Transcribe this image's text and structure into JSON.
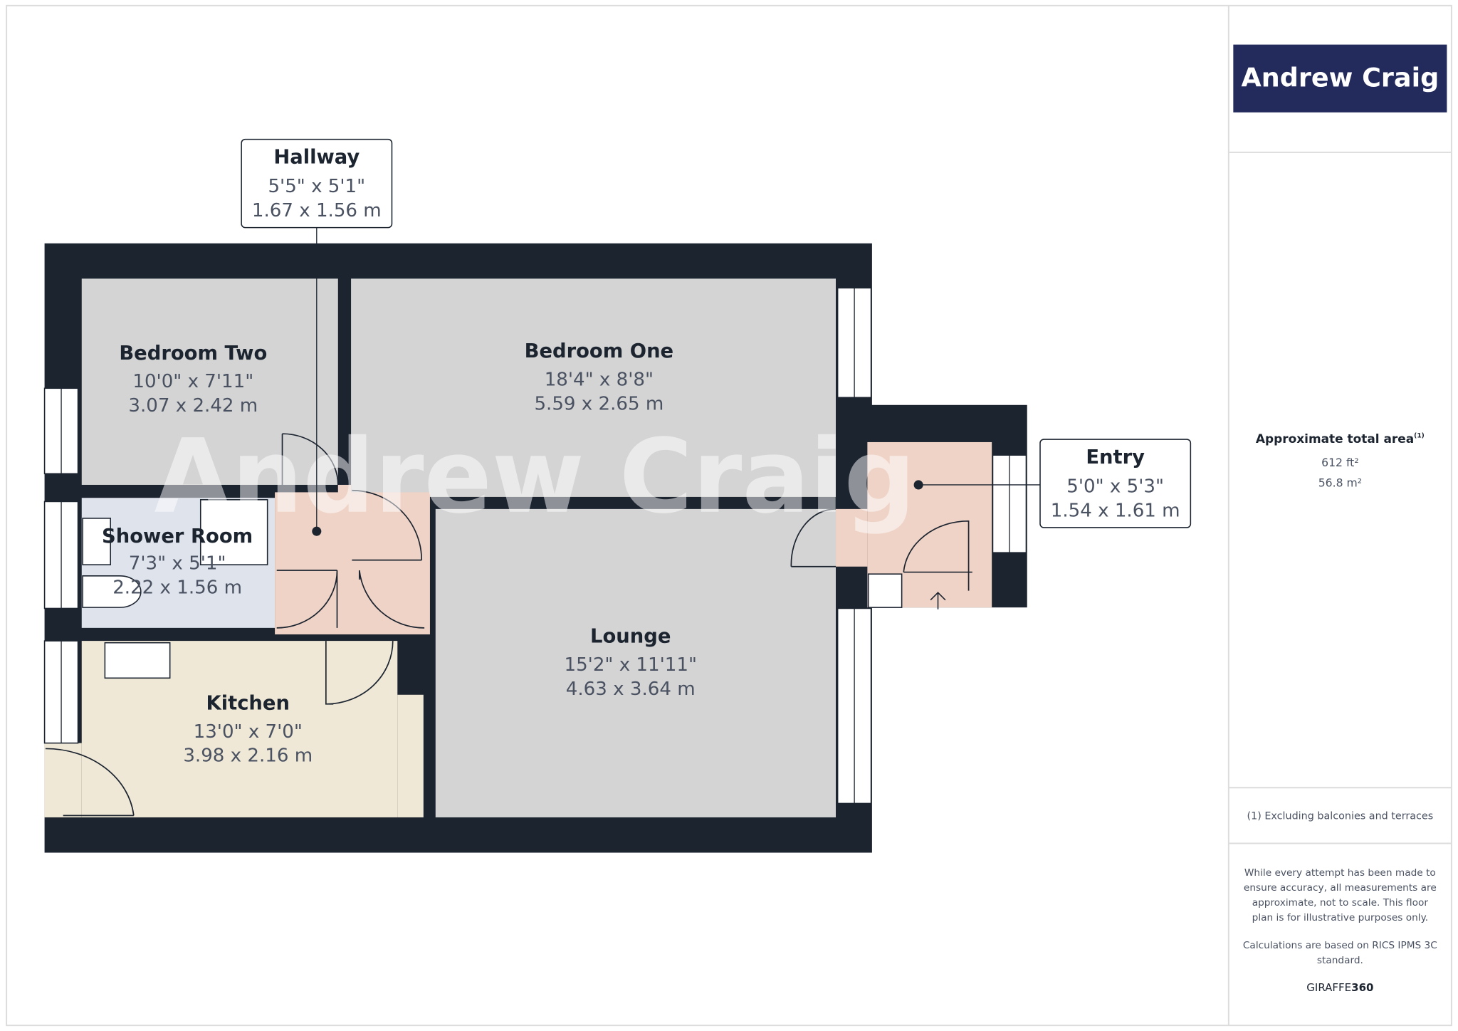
{
  "brand": {
    "name": "Andrew Craig",
    "color": "#232a5c",
    "watermark": "Andrew Craig"
  },
  "rooms": [
    {
      "name": "Hallway",
      "imperial": "5'5\" x 5'1\"",
      "metric": "1.67 x 1.56 m"
    },
    {
      "name": "Bedroom Two",
      "imperial": "10'0\" x 7'11\"",
      "metric": "3.07 x 2.42 m"
    },
    {
      "name": "Bedroom One",
      "imperial": "18'4\" x 8'8\"",
      "metric": "5.59 x 2.65 m"
    },
    {
      "name": "Shower Room",
      "imperial": "7'3\" x 5'1\"",
      "metric": "2.22 x 1.56 m"
    },
    {
      "name": "Kitchen",
      "imperial": "13'0\" x 7'0\"",
      "metric": "3.98 x 2.16 m"
    },
    {
      "name": "Lounge",
      "imperial": "15'2\" x 11'11\"",
      "metric": "4.63 x 3.64 m"
    },
    {
      "name": "Entry",
      "imperial": "5'0\" x 5'3\"",
      "metric": "1.54 x 1.61 m"
    }
  ],
  "panel": {
    "area_title": "Approximate total area",
    "area_note_mark": "(1)",
    "area_ft": "612 ft²",
    "area_m": "56.8 m²",
    "footnote": "(1) Excluding balconies and terraces",
    "disclaimer_lines": [
      "While every attempt has been made to",
      "ensure accuracy, all measurements are",
      "approximate, not to scale. This floor",
      "plan is for illustrative purposes only."
    ],
    "calc_lines": [
      "Calculations are based on RICS IPMS 3C",
      "standard."
    ],
    "provider_a": "GIRAFFE",
    "provider_b": "360"
  }
}
